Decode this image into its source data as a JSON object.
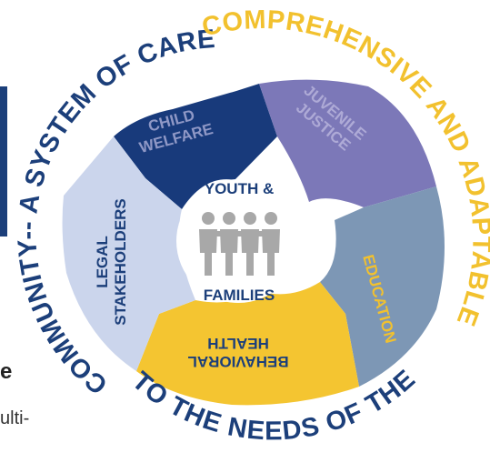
{
  "background_fragment": {
    "bold_text": "e",
    "light_text": "ulti-"
  },
  "diagram": {
    "outer_ring": {
      "left_text": "COMMUNITY-- A SYSTEM OF CARE",
      "right_text": "COMPREHENSIVE AND ADAPTABLE",
      "bottom_text": "TO THE NEEDS OF THE",
      "colors": {
        "dark_text": "#1c3f7a",
        "gold_text": "#f2c12e"
      }
    },
    "center": {
      "top_text": "YOUTH &",
      "bottom_text": "FAMILIES",
      "icon": "people-group-icon",
      "text_color": "#1c3f7a",
      "icon_color": "#a8a8a8"
    },
    "segments": [
      {
        "id": "child-welfare",
        "lines": [
          "CHILD",
          "WELFARE"
        ],
        "color": "#183a7b",
        "text_color": "#8f98c6"
      },
      {
        "id": "juvenile-justice",
        "lines": [
          "JUVENILE",
          "JUSTICE"
        ],
        "color": "#7c78b8",
        "text_color": "#aeaad6"
      },
      {
        "id": "education",
        "lines": [
          "EDUCATION"
        ],
        "color": "#7d97b5",
        "text_color": "#f2c12e"
      },
      {
        "id": "behavioral-health",
        "lines": [
          "BEHAVIORAL",
          "HEALTH"
        ],
        "color": "#f4c531",
        "text_color": "#1c3f7a"
      },
      {
        "id": "legal-stakeholders",
        "lines": [
          "LEGAL",
          "STAKEHOLDERS"
        ],
        "color": "#cbd5ec",
        "text_color": "#1c3f7a"
      }
    ]
  }
}
